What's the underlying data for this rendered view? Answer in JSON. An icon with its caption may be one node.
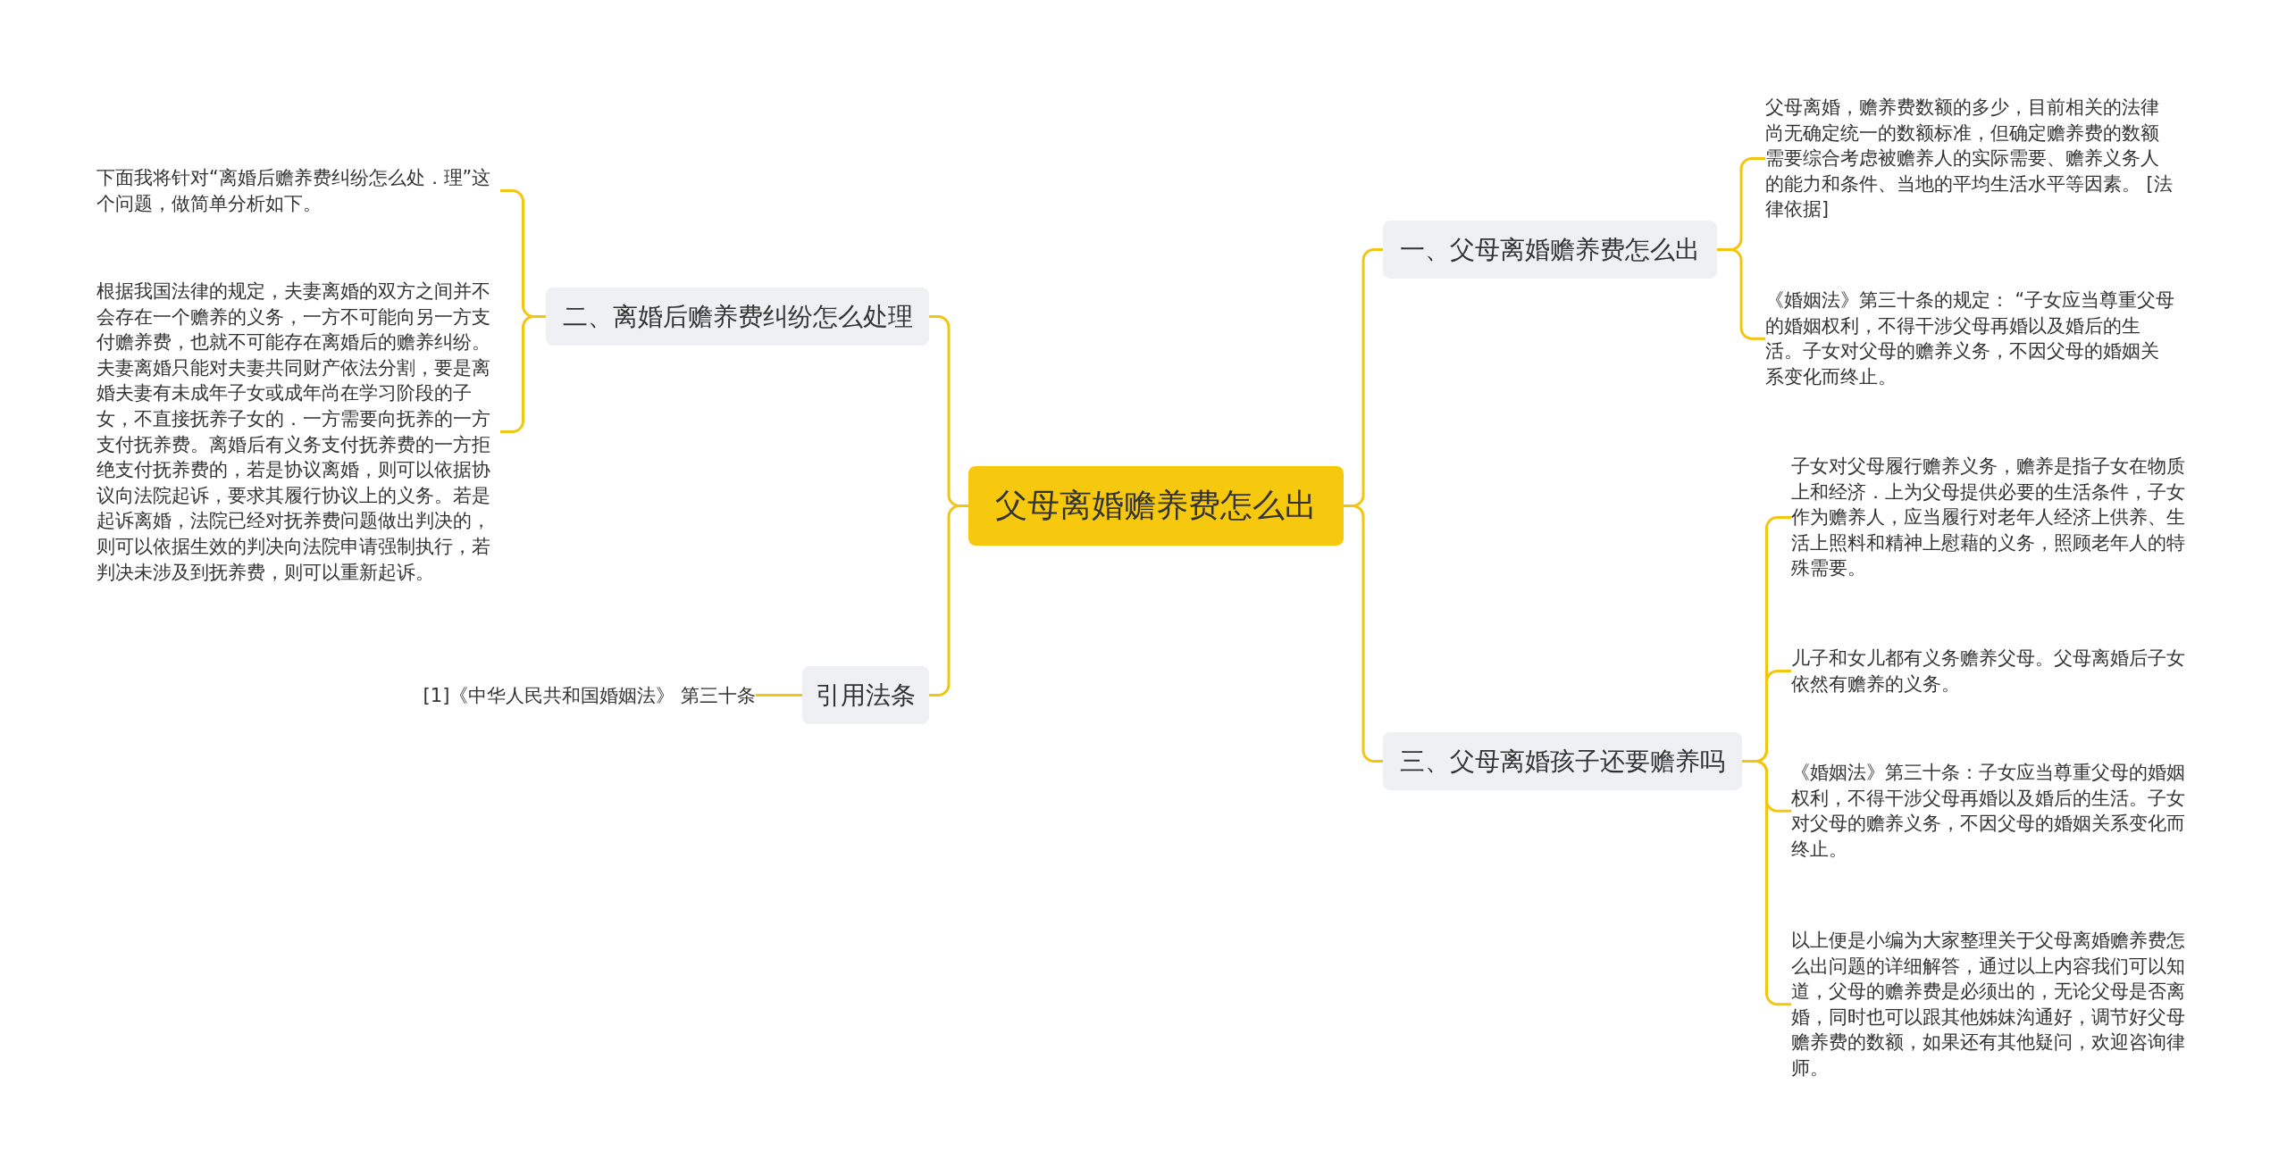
{
  "diagram": {
    "nodes": [
      {
        "text": [
          "父母离婚赡养费怎么出"
        ]
      },
      {
        "text": [
          "二、离婚后赡养费纠纷怎么处理"
        ]
      },
      {
        "text": [
          "下面我将针对“离婚后赡养费纠纷怎么处．理”这个问题，做简单分析如下。"
        ]
      },
      {
        "text": [
          "根据我国法律的规定，夫妻离婚的双方之间并不会存在一个赡养的义务，一方不可能向另一方支付赡养费，也就不可能存在离婚后的赡养纠纷。夫妻离婚只能对夫妻共同财产依法分割，要是离婚夫妻有未成年子女或成年尚在学习阶段的子女，不直接抚养子女的．一方需要向抚养的一方支付抚养费。离婚后有义务支付抚养费的一方拒绝支付抚养费的，若是协议离婚，则可以依据协议向法院起诉，要求其履行协议上的义务。若是起诉离婚，法院已经对抚养费问题做出判决的，则可以依据生效的判决向法院申请强制执行，若判决未涉及到抚养费，则可以重新起诉。"
        ]
      },
      {
        "text": [
          "引用法条"
        ]
      },
      {
        "text": [
          "[1]《中华人民共和国婚姻法》 第三十条"
        ]
      },
      {
        "text": [
          "一、父母离婚赡养费怎么出"
        ]
      },
      {
        "text": [
          "父母离婚，赡养费数额的多少，目前相关的法律尚无确定统一的数额标准，但确定赡养费的数额需要综合考虑被赡养人的实际需要、赡养义务人的能力和条件、当地的平均生活水平等因素。 [法律依据]"
        ]
      },
      {
        "text": [
          "《婚姻法》第三十条的规定： “子女应当尊重父母的婚姻权利，不得干涉父母再婚以及婚后的生活。子女对父母的赡养义务，不因父母的婚姻关系变化而终止。"
        ]
      },
      {
        "text": [
          "三、父母离婚孩子还要赡养吗"
        ]
      },
      {
        "text": [
          "子女对父母履行赡养义务，赡养是指子女在物质上和经济．上为父母提供必要的生活条件，子女作为赡养人，应当履行对老年人经济上供养、生活上照料和精神上慰藉的义务，照顾老年人的特殊需要。"
        ]
      },
      {
        "text": [
          "儿子和女儿都有义务赡养父母。父母离婚后子女依然有赡养的义务。"
        ]
      },
      {
        "text": [
          "《婚姻法》第三十条：子女应当尊重父母的婚姻权利，不得干涉父母再婚以及婚后的生活。子女对父母的赡养义务，不因父母的婚姻关系变化而终止。"
        ]
      },
      {
        "text": [
          "以上便是小编为大家整理关于父母离婚赡养费怎么出问题的详细解答，通过以上内容我们可以知道，父母的赡养费是必须出的，无论父母是否离婚，同时也可以跟其他姊妹沟通好，调节好父母赡养费的数额，如果还有其他疑问，欢迎咨询律师。"
        ]
      }
    ],
    "edges": [
      {
        "from": 0,
        "to": 1,
        "arrow": "none"
      },
      {
        "from": 1,
        "to": 2,
        "arrow": "none"
      },
      {
        "from": 1,
        "to": 3,
        "arrow": "none"
      },
      {
        "from": 0,
        "to": 4,
        "arrow": "none"
      },
      {
        "from": 4,
        "to": 5,
        "arrow": "none"
      },
      {
        "from": 0,
        "to": 6,
        "arrow": "none"
      },
      {
        "from": 6,
        "to": 7,
        "arrow": "none"
      },
      {
        "from": 6,
        "to": 8,
        "arrow": "none"
      },
      {
        "from": 0,
        "to": 9,
        "arrow": "none"
      },
      {
        "from": 9,
        "to": 10,
        "arrow": "none"
      },
      {
        "from": 9,
        "to": 11,
        "arrow": "none"
      },
      {
        "from": 9,
        "to": 12,
        "arrow": "none"
      },
      {
        "from": 9,
        "to": 13,
        "arrow": "none"
      }
    ]
  }
}
